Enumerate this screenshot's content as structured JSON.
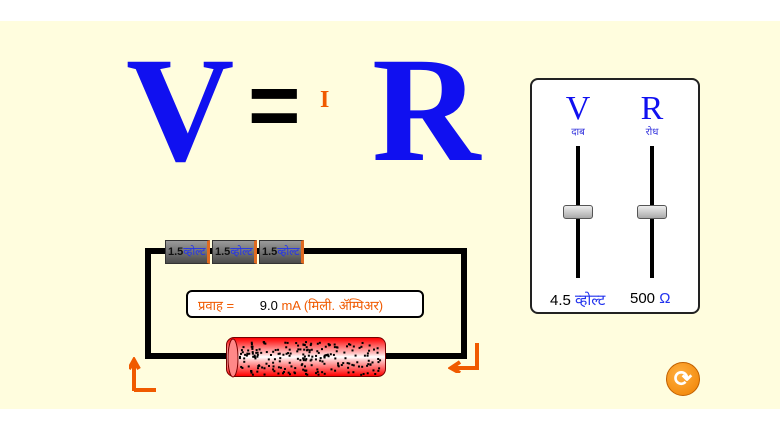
{
  "equation": {
    "voltage_symbol": "V",
    "equals": "=",
    "current_symbol": "I",
    "resistance_symbol": "R"
  },
  "batteries": [
    {
      "value": "1.5",
      "unit": "व्होल्ट"
    },
    {
      "value": "1.5",
      "unit": "व्होल्ट"
    },
    {
      "value": "1.5",
      "unit": "व्होल्ट"
    }
  ],
  "current_readout": {
    "label": "प्रवाह =",
    "value": "9.0",
    "unit": "mA (मिली. ॲम्पिअर)"
  },
  "sliders": {
    "voltage": {
      "symbol": "V",
      "label": "दाब",
      "value": "4.5",
      "unit": "व्होल्ट",
      "fraction": 0.5
    },
    "resistance": {
      "symbol": "R",
      "label": "रोध",
      "value": "500",
      "unit": "Ω",
      "fraction": 0.5
    }
  },
  "colors": {
    "accent": "#F05A00",
    "symbol": "#1010F0",
    "background": "#FFFDDE"
  },
  "reset_icon": "reset-icon"
}
